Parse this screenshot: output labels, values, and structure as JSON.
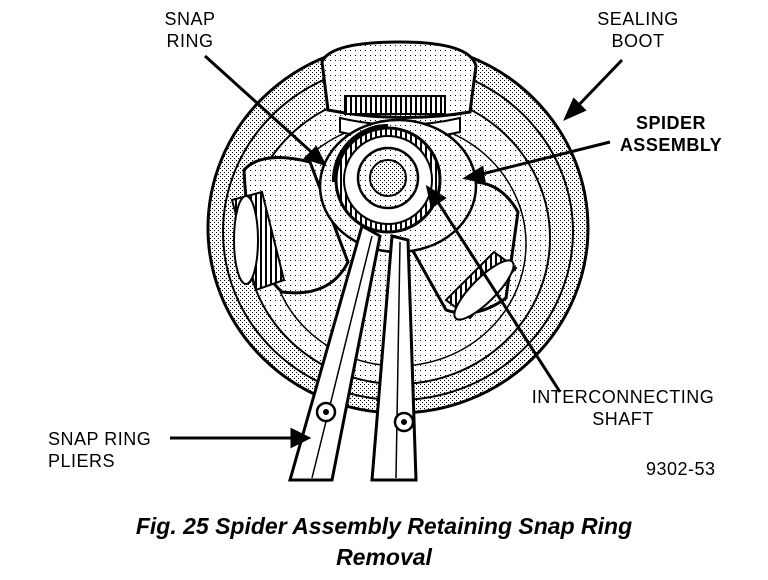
{
  "labels": {
    "snap_ring": "SNAP\nRING",
    "sealing_boot": "SEALING\nBOOT",
    "spider_assembly": "SPIDER\nASSEMBLY",
    "interconnecting_shaft": "INTERCONNECTING\nSHAFT",
    "snap_ring_pliers": "SNAP RING\nPLIERS",
    "figure_id": "9302-53"
  },
  "caption": {
    "line1": "Fig. 25 Spider Assembly Retaining Snap Ring",
    "line2": "Removal"
  },
  "colors": {
    "ink": "#000000",
    "paper": "#ffffff",
    "shade": "#bdbdbd"
  }
}
